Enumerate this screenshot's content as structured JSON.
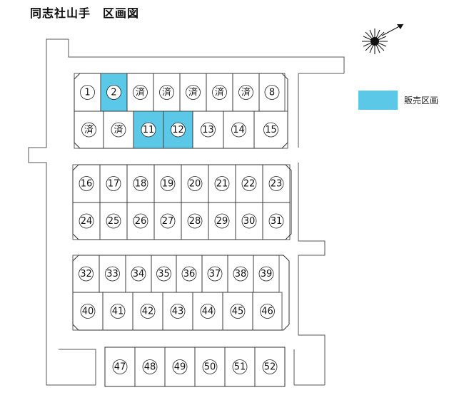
{
  "title": "同志社山手　区画図",
  "legend": {
    "label": "販売区画",
    "color": "#5bc8e8"
  },
  "colors": {
    "sale": "#5bc8e8",
    "lot": "#ffffff",
    "line": "#333333",
    "road": "#555555"
  },
  "compass": {
    "icon": "compass-rose-icon"
  },
  "lots": [
    {
      "label": "1",
      "status": "available"
    },
    {
      "label": "2",
      "status": "for-sale"
    },
    {
      "label": "済",
      "status": "sold"
    },
    {
      "label": "済",
      "status": "sold"
    },
    {
      "label": "済",
      "status": "sold"
    },
    {
      "label": "済",
      "status": "sold"
    },
    {
      "label": "済",
      "status": "sold"
    },
    {
      "label": "8",
      "status": "available"
    },
    {
      "label": "済",
      "status": "sold"
    },
    {
      "label": "済",
      "status": "sold"
    },
    {
      "label": "11",
      "status": "for-sale"
    },
    {
      "label": "12",
      "status": "for-sale"
    },
    {
      "label": "13",
      "status": "available"
    },
    {
      "label": "14",
      "status": "available"
    },
    {
      "label": "15",
      "status": "available"
    },
    {
      "label": "16",
      "status": "available"
    },
    {
      "label": "17",
      "status": "available"
    },
    {
      "label": "18",
      "status": "available"
    },
    {
      "label": "19",
      "status": "available"
    },
    {
      "label": "20",
      "status": "available"
    },
    {
      "label": "21",
      "status": "available"
    },
    {
      "label": "22",
      "status": "available"
    },
    {
      "label": "23",
      "status": "available"
    },
    {
      "label": "24",
      "status": "available"
    },
    {
      "label": "25",
      "status": "available"
    },
    {
      "label": "26",
      "status": "available"
    },
    {
      "label": "27",
      "status": "available"
    },
    {
      "label": "28",
      "status": "available"
    },
    {
      "label": "29",
      "status": "available"
    },
    {
      "label": "30",
      "status": "available"
    },
    {
      "label": "31",
      "status": "available"
    },
    {
      "label": "32",
      "status": "available"
    },
    {
      "label": "33",
      "status": "available"
    },
    {
      "label": "34",
      "status": "available"
    },
    {
      "label": "35",
      "status": "available"
    },
    {
      "label": "36",
      "status": "available"
    },
    {
      "label": "37",
      "status": "available"
    },
    {
      "label": "38",
      "status": "available"
    },
    {
      "label": "39",
      "status": "available"
    },
    {
      "label": "40",
      "status": "available"
    },
    {
      "label": "41",
      "status": "available"
    },
    {
      "label": "42",
      "status": "available"
    },
    {
      "label": "43",
      "status": "available"
    },
    {
      "label": "44",
      "status": "available"
    },
    {
      "label": "45",
      "status": "available"
    },
    {
      "label": "46",
      "status": "available"
    },
    {
      "label": "47",
      "status": "available"
    },
    {
      "label": "48",
      "status": "available"
    },
    {
      "label": "49",
      "status": "available"
    },
    {
      "label": "50",
      "status": "available"
    },
    {
      "label": "51",
      "status": "available"
    },
    {
      "label": "52",
      "status": "available"
    }
  ]
}
